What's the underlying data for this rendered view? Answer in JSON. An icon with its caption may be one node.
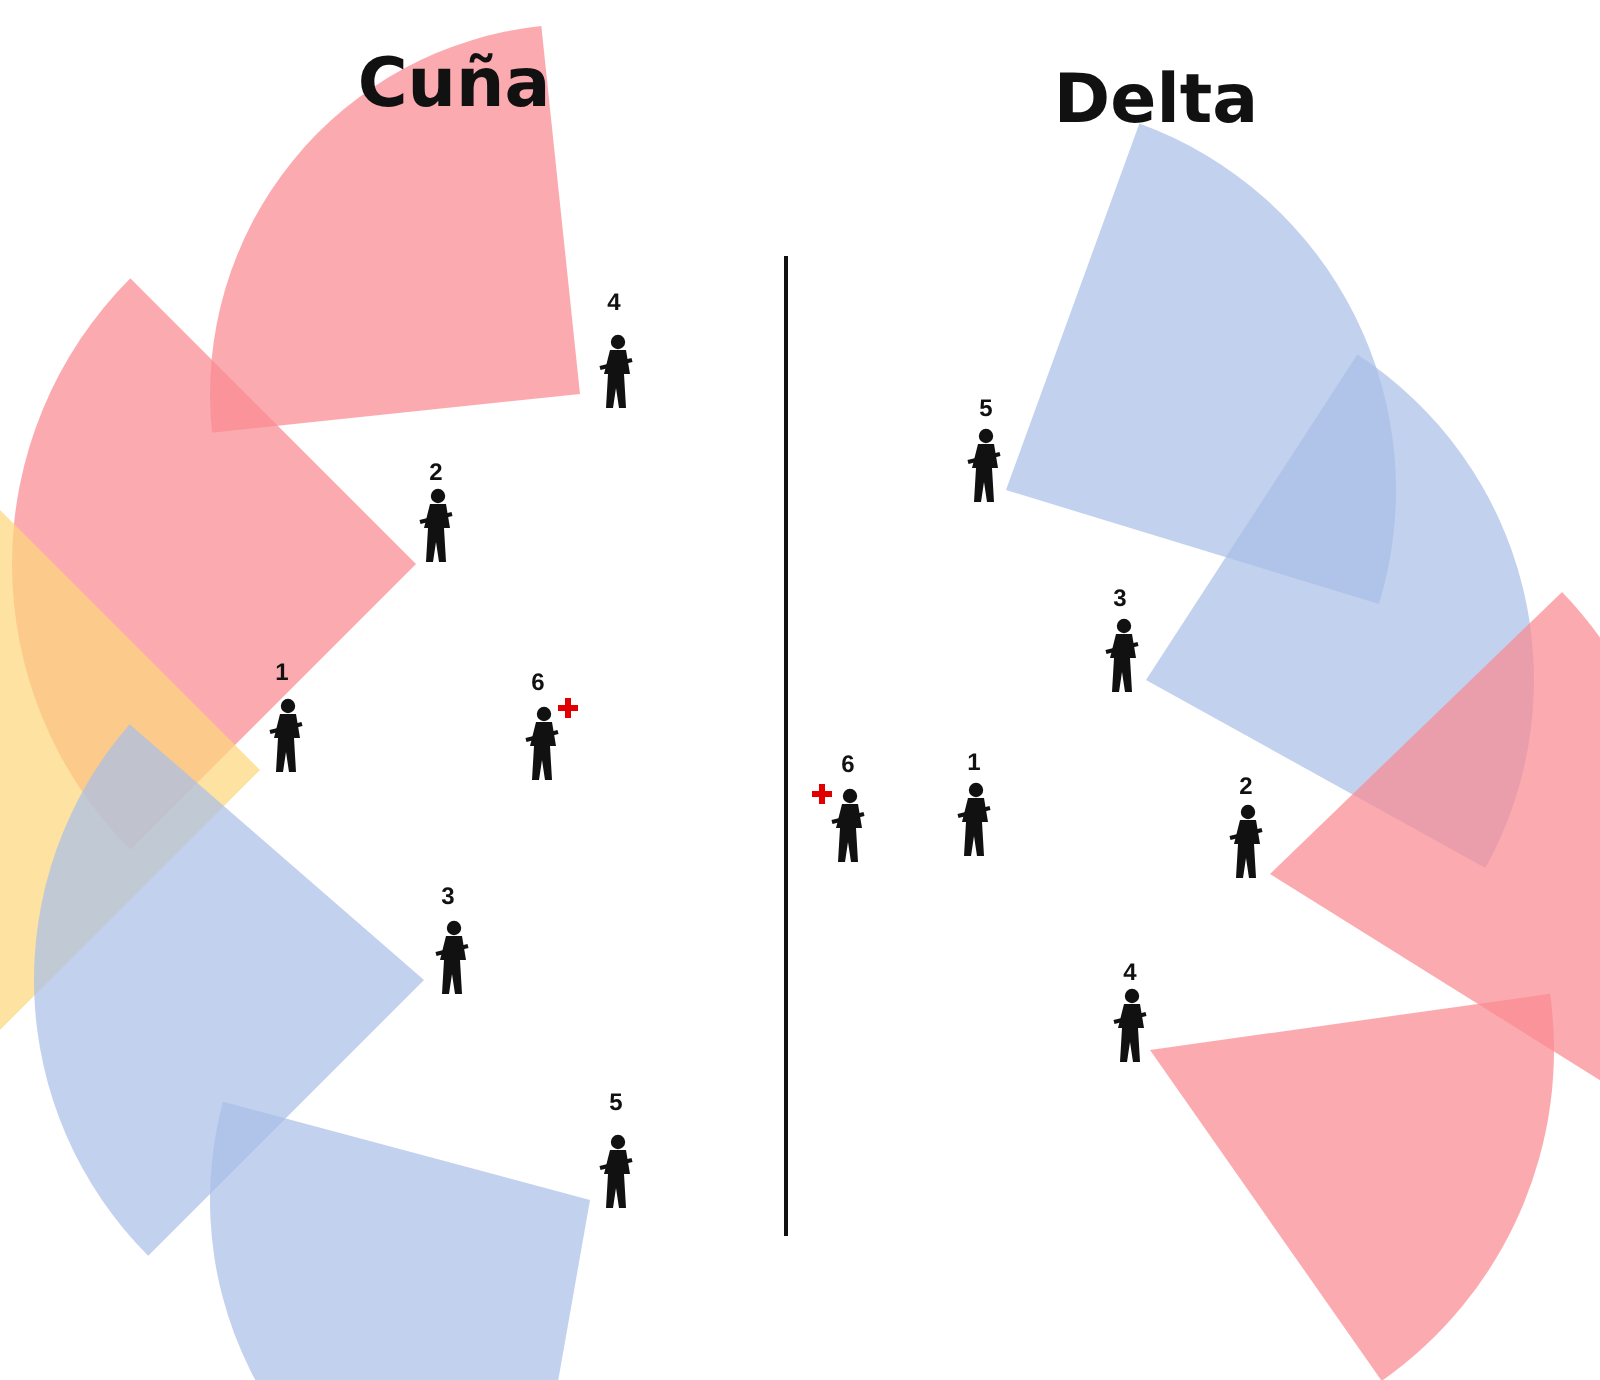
{
  "diagram": {
    "labels": [
      "Cuña",
      "Delta",
      "4",
      "2",
      "1",
      "6",
      "3",
      "5",
      "5",
      "3",
      "6",
      "1",
      "2",
      "4"
    ]
  }
}
